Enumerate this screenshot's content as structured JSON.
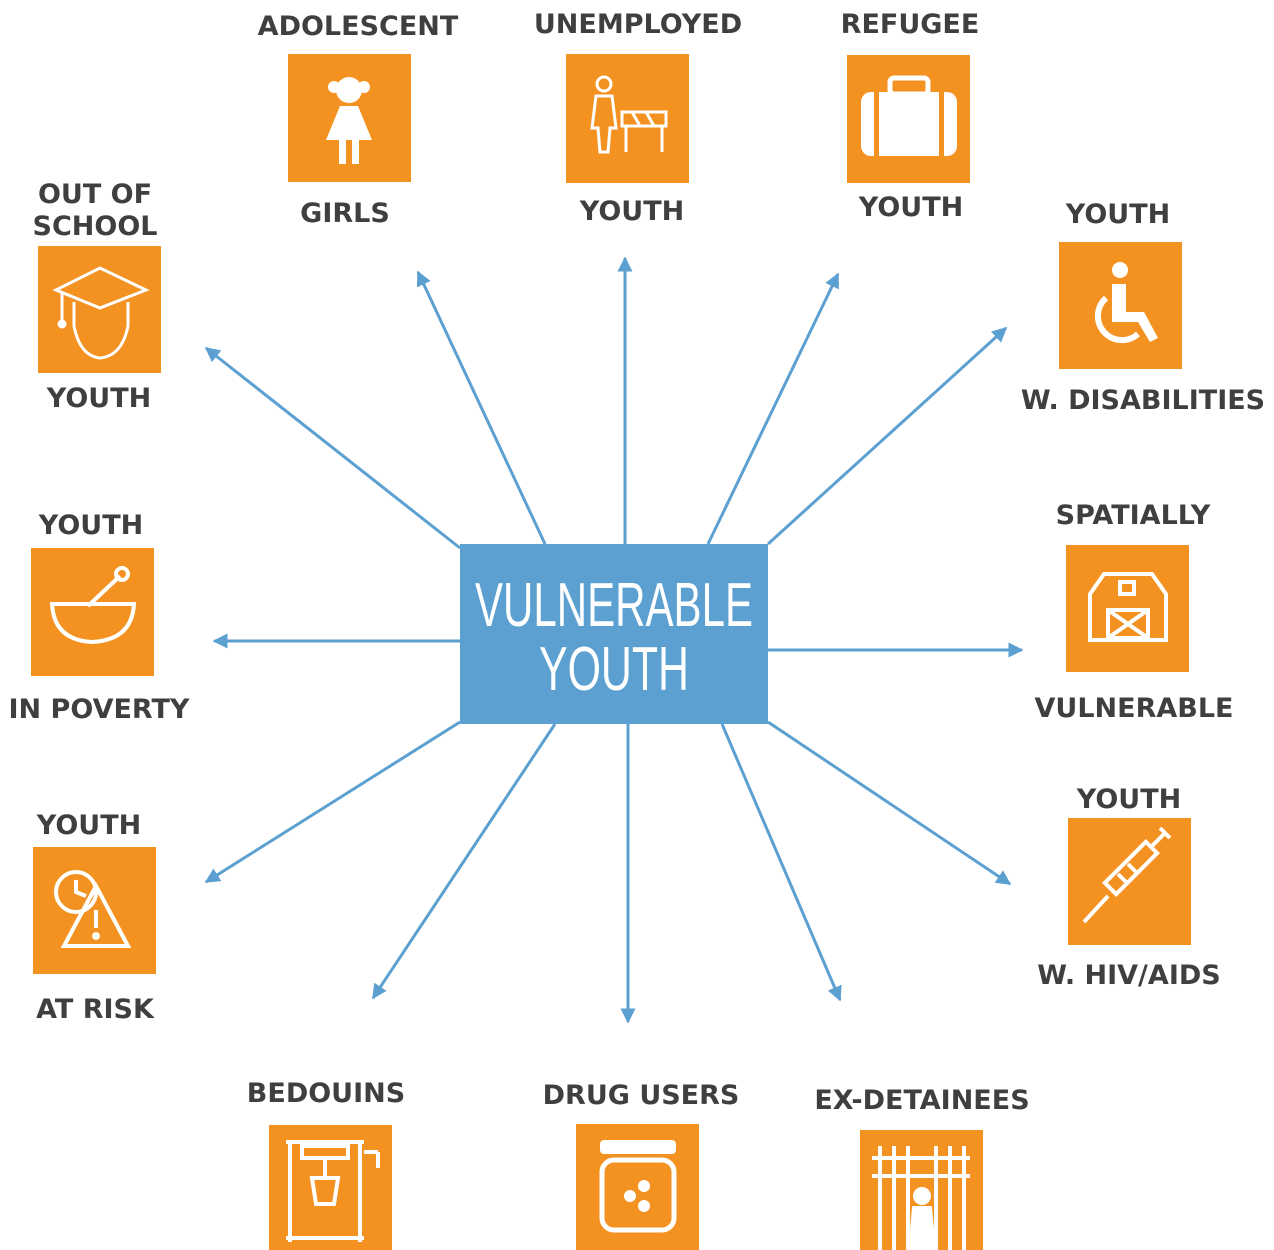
{
  "colors": {
    "accent_orange": "#f39220",
    "center_blue": "#5ba0d0",
    "arrow_blue": "#5ba0d0",
    "label_text": "#3f3f3f",
    "icon_white": "#ffffff"
  },
  "center": {
    "line1": "VULNERABLE",
    "line2": "YOUTH"
  },
  "nodes": {
    "adolescent_girls": {
      "top": "ADOLESCENT",
      "bottom": "GIRLS",
      "icon": "girl-icon"
    },
    "unemployed_youth": {
      "top": "UNEMPLOYED",
      "bottom": "YOUTH",
      "icon": "worker-barrier-icon"
    },
    "refugee_youth": {
      "top": "REFUGEE",
      "bottom": "YOUTH",
      "icon": "suitcase-icon"
    },
    "out_of_school_youth": {
      "top1": "OUT OF",
      "top2": "SCHOOL",
      "bottom": "YOUTH",
      "icon": "graduate-icon"
    },
    "youth_disabilities": {
      "top": "YOUTH",
      "bottom": "W. DISABILITIES",
      "icon": "wheelchair-icon"
    },
    "youth_poverty": {
      "top": "YOUTH",
      "bottom": "IN POVERTY",
      "icon": "mortar-pestle-icon"
    },
    "spatially_vulnerable": {
      "top": "SPATIALLY",
      "bottom": "VULNERABLE",
      "icon": "barn-icon"
    },
    "youth_at_risk": {
      "top": "YOUTH",
      "bottom": "AT RISK",
      "icon": "clock-warning-icon"
    },
    "youth_hiv": {
      "top": "YOUTH",
      "bottom": "W. HIV/AIDS",
      "icon": "syringe-icon"
    },
    "bedouins": {
      "top": "BEDOUINS",
      "icon": "water-well-icon"
    },
    "drug_users": {
      "top": "DRUG USERS",
      "icon": "pill-jar-icon"
    },
    "ex_detainees": {
      "top": "EX-DETAINEES",
      "icon": "prison-bars-icon"
    }
  }
}
